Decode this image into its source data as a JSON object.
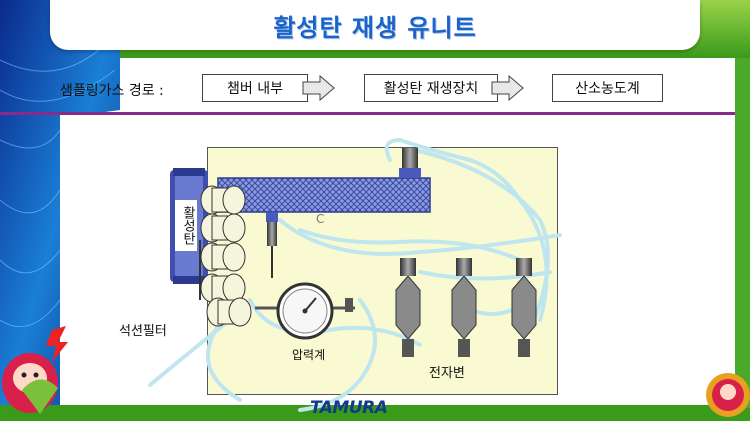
{
  "title": "활성탄 재생 유니트",
  "route": {
    "label": "샘플링가스 경로 :",
    "steps": [
      "챔버 내부",
      "활성탄 재생장치",
      "산소농도계"
    ]
  },
  "diagram": {
    "activated_carbon_label": "활성탄",
    "filter_label": "석션필터",
    "gauge_label": "압력계",
    "valve_label": "전자변",
    "c_mark": "C",
    "logo_text": "TAMURA"
  },
  "colors": {
    "title": "#1a63c8",
    "panel": "#fafad2",
    "tube": "#bfe6ee",
    "accent_purple": "#8a2a8a",
    "manifold": "#3f4fb0"
  }
}
